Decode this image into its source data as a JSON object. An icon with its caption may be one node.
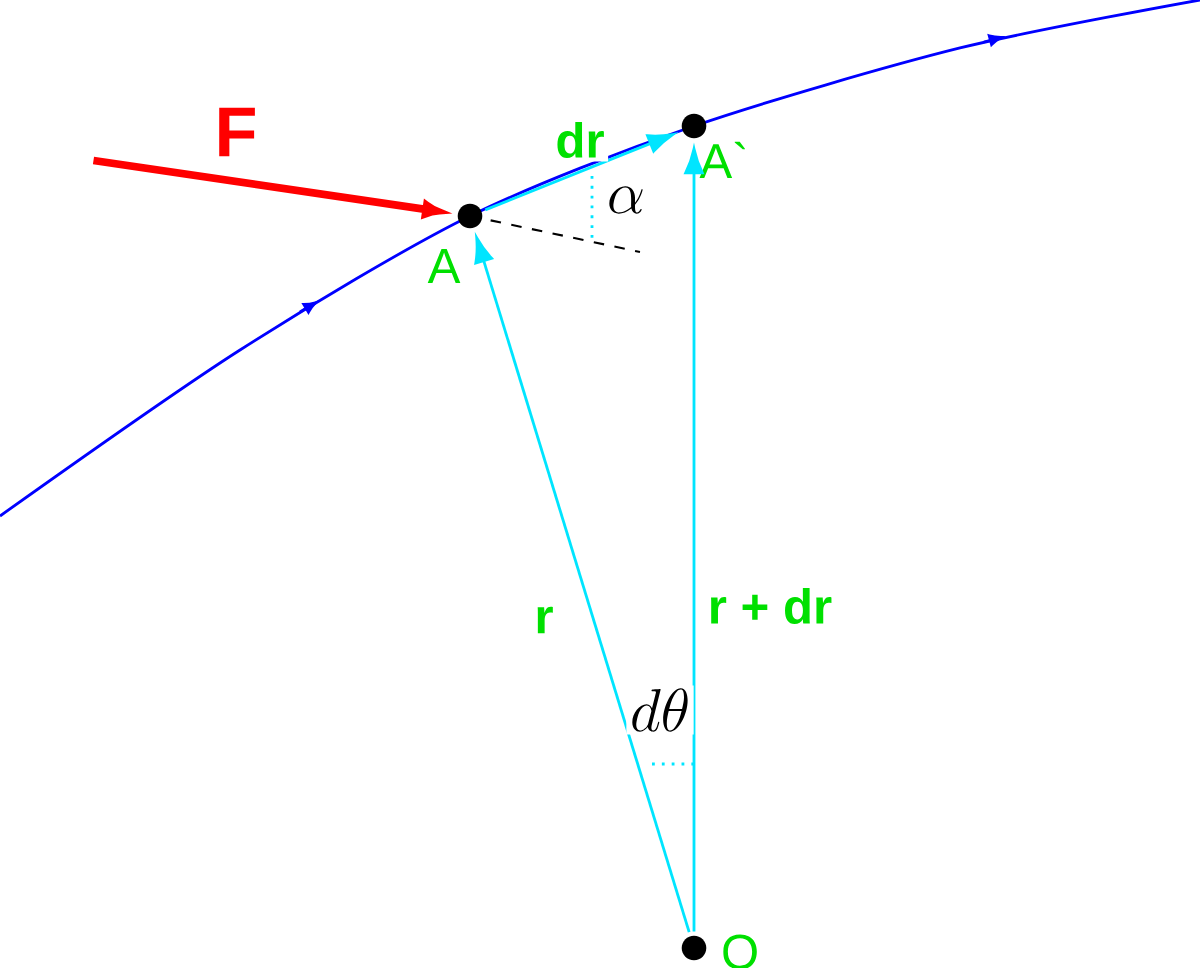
{
  "diagram": {
    "nodes": [
      {
        "text": [],
        "shape": "circle",
        "beside": [
          "A"
        ]
      },
      {
        "text": [],
        "shape": "circle",
        "beside": [
          "A`"
        ]
      },
      {
        "text": [],
        "shape": "circle",
        "beside": [
          "O"
        ]
      }
    ],
    "edges": [
      {
        "from": null,
        "to": 0,
        "arrow": "to",
        "label": "F",
        "color": "#ff0000",
        "style": "thick"
      },
      {
        "from": 0,
        "to": 1,
        "arrow": "to",
        "label": "dr"
      },
      {
        "from": 2,
        "to": 0,
        "arrow": "to",
        "label": "r"
      },
      {
        "from": 2,
        "to": 1,
        "arrow": "to",
        "label": "r + dr"
      }
    ],
    "labels": [
      "\\alpha",
      "d\\theta"
    ]
  }
}
